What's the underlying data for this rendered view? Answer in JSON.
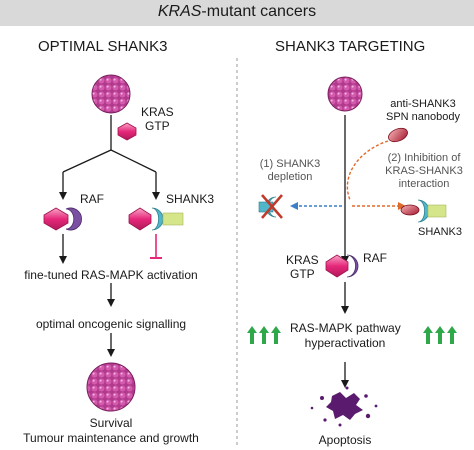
{
  "header": {
    "title_italic": "KRAS",
    "title_rest": "-mutant cancers"
  },
  "left": {
    "title": "OPTIMAL SHANK3",
    "kras_label_1": "KRAS",
    "kras_label_2": "GTP",
    "raf_label": "RAF",
    "shank3_label": "SHANK3",
    "activation_text": "fine-tuned RAS-MAPK activation",
    "signalling_text": "optimal oncogenic signalling",
    "survival_text": "Survival",
    "maintenance_text": "Tumour maintenance and growth"
  },
  "right": {
    "title": "SHANK3 TARGETING",
    "nanobody_label_1": "anti-SHANK3",
    "nanobody_label_2": "SPN nanobody",
    "depletion_label_1": "(1) SHANK3",
    "depletion_label_2": "depletion",
    "inhibition_label_1": "(2) Inhibition of",
    "inhibition_label_2": "KRAS-SHANK3",
    "inhibition_label_3": "interaction",
    "shank3_label": "SHANK3",
    "kras_label_1": "KRAS",
    "kras_label_2": "GTP",
    "raf_label": "RAF",
    "pathway_label_1": "RAS-MAPK pathway",
    "pathway_label_2": "hyperactivation",
    "apoptosis_label": "Apoptosis"
  },
  "colors": {
    "header_bg": "#d9d9d9",
    "cell": "#b03a8c",
    "kras": "#e6287a",
    "raf": "#7b4fa2",
    "shank3": "#4fb7c9",
    "shank3_tail": "#d4e58a",
    "inhibit": "#e6287a",
    "nanobody": "#b51f3a",
    "dashed_blue": "#3a7fc8",
    "dashed_orange": "#e06a2a",
    "up_arrow": "#2ea84a",
    "cross": "#c0392b",
    "apoptosis": "#5a1a6e"
  }
}
